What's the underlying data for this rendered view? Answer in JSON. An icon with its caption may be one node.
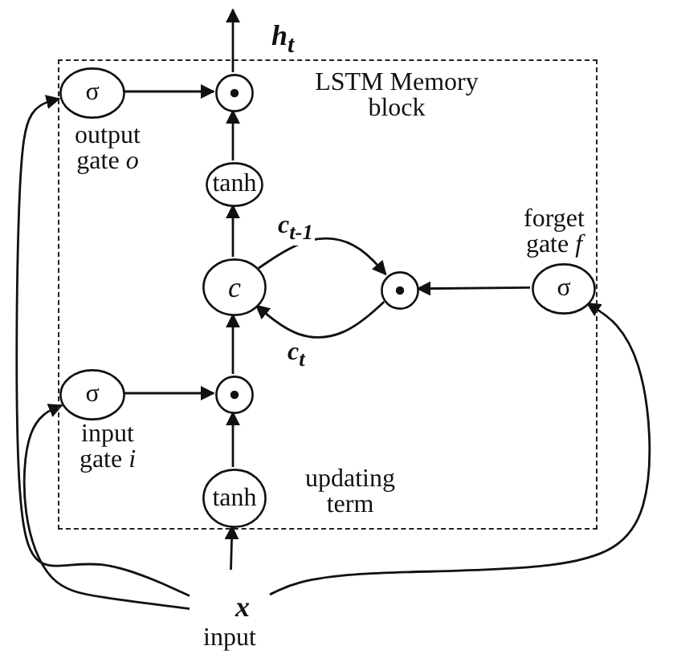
{
  "diagram": {
    "nodes": [
      {
        "text": [
          "LSTM Memory block"
        ]
      },
      {
        "text": [
          "σ"
        ],
        "in": 0,
        "beside": [
          "output gate *o*"
        ]
      },
      {
        "text": [],
        "shape": "circle",
        "in": 0
      },
      {
        "text": [
          "tanh"
        ],
        "in": 0
      },
      {
        "text": [
          "c"
        ],
        "in": 0
      },
      {
        "text": [],
        "shape": "circle",
        "in": 0
      },
      {
        "text": [
          "σ"
        ],
        "in": 0,
        "beside": [
          "forget gate *f*"
        ]
      },
      {
        "text": [
          "σ"
        ],
        "in": 0,
        "beside": [
          "input gate *i*"
        ]
      },
      {
        "text": [],
        "shape": "circle",
        "in": 0
      },
      {
        "text": [
          "tanh"
        ],
        "in": 0,
        "beside": [
          "updating term"
        ]
      },
      {
        "text": [
          "x",
          "input"
        ]
      }
    ],
    "edges": [
      {
        "from": 1,
        "to": 2,
        "arrow": "to"
      },
      {
        "from": 3,
        "to": 2,
        "arrow": "to"
      },
      {
        "from": 4,
        "to": 3,
        "arrow": "to"
      },
      {
        "from": 8,
        "to": 4,
        "arrow": "to"
      },
      {
        "from": 9,
        "to": 8,
        "arrow": "to"
      },
      {
        "from": 7,
        "to": 8,
        "arrow": "to"
      },
      {
        "from": 6,
        "to": 5,
        "arrow": "to"
      },
      {
        "from": 4,
        "to": 5,
        "arrow": "to",
        "label": "c$_{t-1}$"
      },
      {
        "from": 5,
        "to": 4,
        "arrow": "to",
        "label": "c$_{t}$"
      },
      {
        "from": 2,
        "to": null,
        "arrow": "to"
      },
      {
        "from": 10,
        "to": 9,
        "arrow": "to"
      },
      {
        "from": 10,
        "to": 7,
        "arrow": "to"
      },
      {
        "from": 10,
        "to": 1,
        "arrow": "to"
      },
      {
        "from": 10,
        "to": 6,
        "arrow": "to"
      }
    ],
    "labels": [
      "h$_{t}$"
    ]
  }
}
